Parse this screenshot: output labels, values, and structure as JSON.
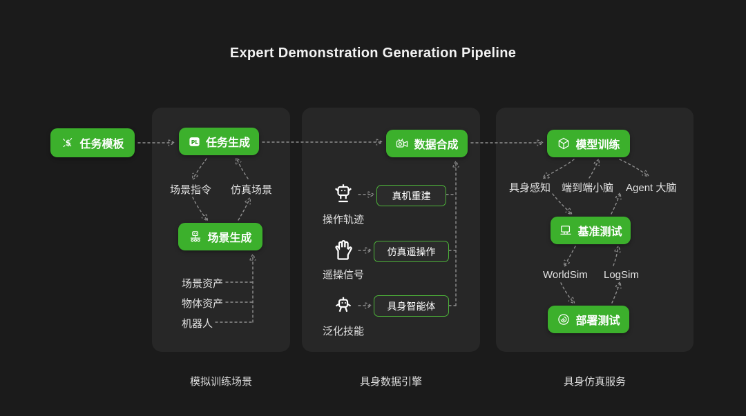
{
  "title": "Expert Demonstration Generation Pipeline",
  "colors": {
    "background": "#1b1b1b",
    "panel": "#272727",
    "green": "#3cb02c",
    "outline_green": "#4db539",
    "arrow": "#8f8f8f",
    "text": "#ffffff"
  },
  "source_node": {
    "label": "任务模板",
    "icon": "task-template-icon"
  },
  "panel_sim_training": {
    "caption": "模拟训练场景",
    "task_generation": {
      "label": "任务生成",
      "icon": "pl-badge-icon"
    },
    "scene_instruction": "场景指令",
    "sim_scene": "仿真场景",
    "scene_generation": {
      "label": "场景生成",
      "icon": "robot-conveyor-icon"
    },
    "assets": [
      "场景资产",
      "物体资产",
      "机器人"
    ]
  },
  "panel_data_engine": {
    "caption": "具身数据引擎",
    "data_synthesis": {
      "label": "数据合成",
      "icon": "recorder-icon"
    },
    "rows": [
      {
        "icon": "robot-icon",
        "source_label": "操作轨迹",
        "target": "真机重建"
      },
      {
        "icon": "glove-icon",
        "source_label": "遥操信号",
        "target": "仿真遥操作"
      },
      {
        "icon": "skill-robot-icon",
        "source_label": "泛化技能",
        "target": "具身智能体"
      }
    ]
  },
  "panel_sim_service": {
    "caption": "具身仿真服务",
    "model_training": {
      "label": "模型训练",
      "icon": "cube-icon"
    },
    "brain_types": [
      "具身感知",
      "端到端小脑",
      "Agent 大脑"
    ],
    "benchmark": {
      "label": "基准测试",
      "icon": "monitor-icon"
    },
    "simulators": [
      "WorldSim",
      "LogSim"
    ],
    "deployment": {
      "label": "部署测试",
      "icon": "fingerprint-icon"
    }
  }
}
